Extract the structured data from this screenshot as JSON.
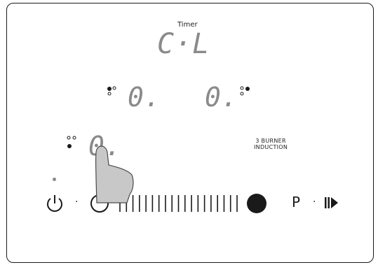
{
  "timer": {
    "label": "Timer",
    "display": "C·L"
  },
  "zones": {
    "rear_left": {
      "display": "0."
    },
    "rear_right": {
      "display": "0."
    },
    "front_left": {
      "display": "0."
    }
  },
  "brand": {
    "line1": "3  BURNER",
    "line2": "INDUCTION"
  },
  "controls": {
    "power_icon": "power-icon",
    "separator": "·",
    "pause_label": "P",
    "boost_icon": "boost-icon",
    "power_level": 0
  },
  "colors": {
    "frame": "#1a1a1a",
    "segment": "#8a8a8a",
    "finger": "#c8c8c8"
  }
}
